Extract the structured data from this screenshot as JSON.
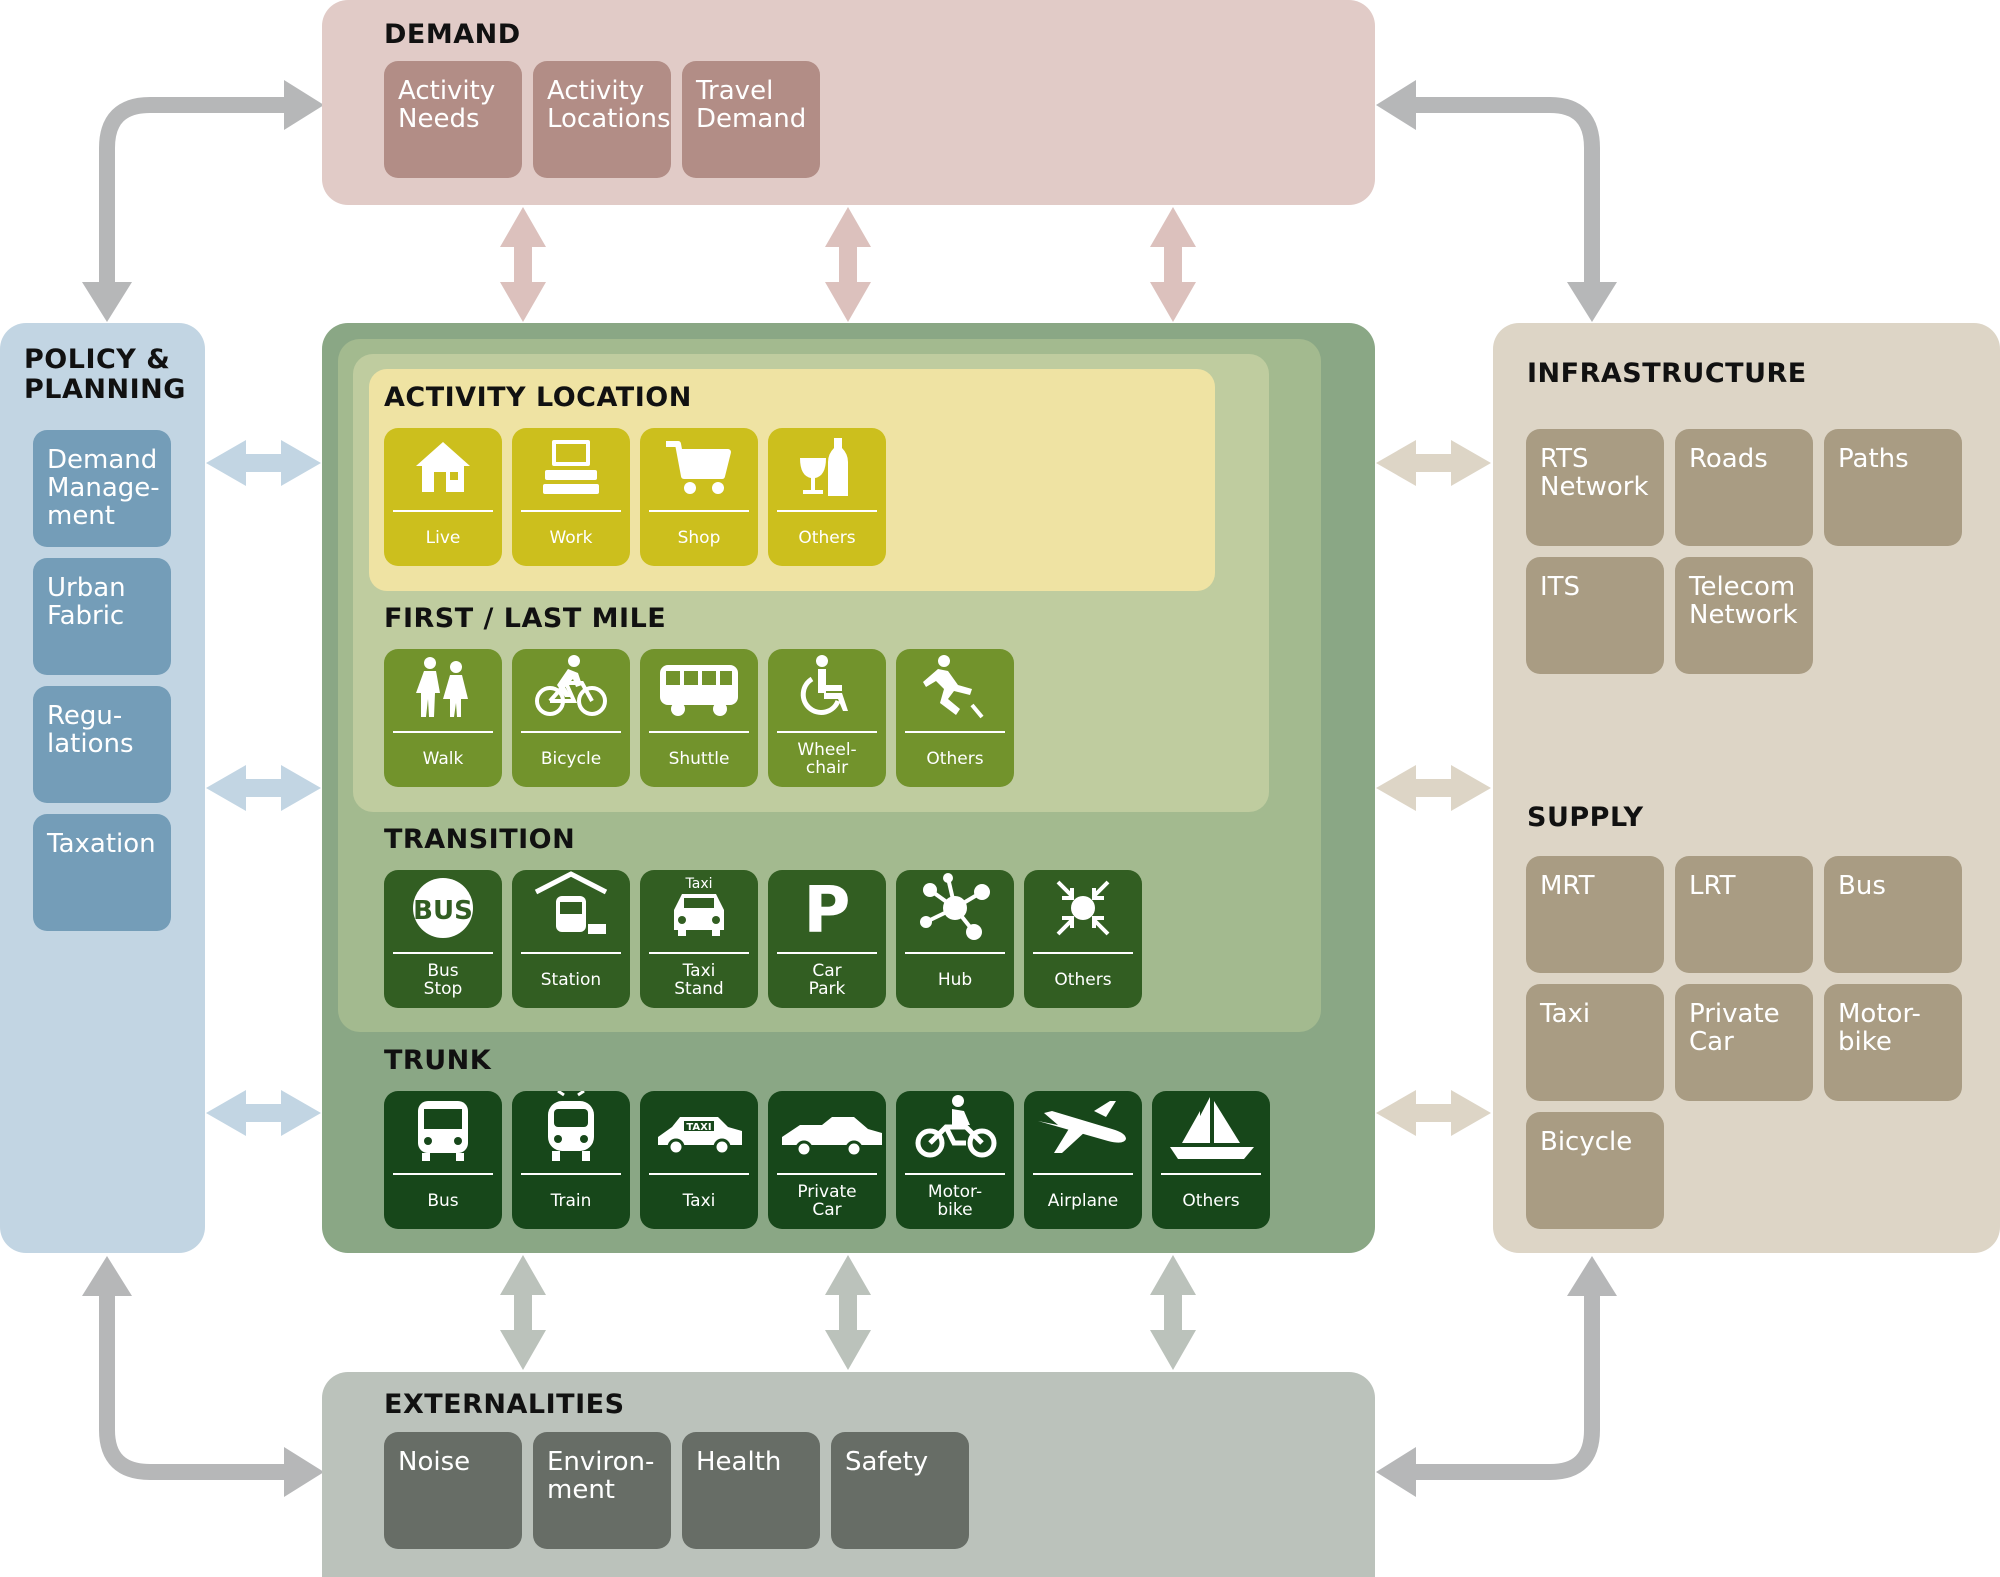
{
  "colors": {
    "demand_bg": "#e1cbc7",
    "demand_tile": "#b28d86",
    "policy_bg": "#c2d5e3",
    "policy_tile": "#749db8",
    "infra_bg": "#ddd5c6",
    "infra_tile": "#a99c83",
    "extern_bg": "#bbc2bb",
    "extern_tile": "#676d66",
    "core_outer": "#8aa785",
    "core_mid": "#a3ba8f",
    "core_inner": "#bfcc9f",
    "core_top": "#efe3a3",
    "activity_tile": "#ccbf1d",
    "firstlast_tile": "#72932c",
    "transition_tile": "#325e22",
    "trunk_tile": "#17471a",
    "arrow_grey": "#b6b7b8",
    "arrow_pink": "#dcc1bd",
    "arrow_blue": "#c2d5e3",
    "arrow_tan": "#ddd5c6",
    "arrow_sage": "#bbc2bb"
  },
  "demand": {
    "title": "DEMAND",
    "tiles": [
      "Activity\nNeeds",
      "Activity\nLocations",
      "Travel\nDemand"
    ]
  },
  "policy": {
    "title": "POLICY &\nPLANNING",
    "tiles": [
      "Demand\nManage-\nment",
      "Urban\nFabric",
      "Regu-\nlations",
      "Taxation"
    ]
  },
  "infrastructure": {
    "title": "INFRASTRUCTURE",
    "tiles": [
      "RTS\nNetwork",
      "Roads",
      "Paths",
      "ITS",
      "Telecom\nNetwork"
    ]
  },
  "supply": {
    "title": "SUPPLY",
    "tiles": [
      "MRT",
      "LRT",
      "Bus",
      "Taxi",
      "Private\nCar",
      "Motor-\nbike",
      "Bicycle"
    ]
  },
  "externalities": {
    "title": "EXTERNALITIES",
    "tiles": [
      "Noise",
      "Environ-\nment",
      "Health",
      "Safety"
    ]
  },
  "activity_location": {
    "title": "ACTIVITY LOCATION",
    "items": [
      {
        "label": "Live",
        "icon": "house-icon"
      },
      {
        "label": "Work",
        "icon": "computer-icon"
      },
      {
        "label": "Shop",
        "icon": "shopping-cart-icon"
      },
      {
        "label": "Others",
        "icon": "bottle-glass-icon"
      }
    ]
  },
  "first_last_mile": {
    "title": "FIRST / LAST MILE",
    "items": [
      {
        "label": "Walk",
        "icon": "pedestrians-icon"
      },
      {
        "label": "Bicycle",
        "icon": "cyclist-icon"
      },
      {
        "label": "Shuttle",
        "icon": "shuttle-bus-icon"
      },
      {
        "label": "Wheel-\nchair",
        "icon": "wheelchair-icon"
      },
      {
        "label": "Others",
        "icon": "skater-icon"
      }
    ]
  },
  "transition": {
    "title": "TRANSITION",
    "items": [
      {
        "label": "Bus\nStop",
        "icon": "bus-sign-icon",
        "sign": "BUS"
      },
      {
        "label": "Station",
        "icon": "station-icon"
      },
      {
        "label": "Taxi\nStand",
        "icon": "taxi-stand-icon",
        "sign": "Taxi"
      },
      {
        "label": "Car\nPark",
        "icon": "parking-icon",
        "sign": "P"
      },
      {
        "label": "Hub",
        "icon": "hub-network-icon"
      },
      {
        "label": "Others",
        "icon": "converging-arrows-icon"
      }
    ]
  },
  "trunk": {
    "title": "TRUNK",
    "items": [
      {
        "label": "Bus",
        "icon": "bus-front-icon"
      },
      {
        "label": "Train",
        "icon": "train-front-icon"
      },
      {
        "label": "Taxi",
        "icon": "taxi-car-icon",
        "sign": "TAXI"
      },
      {
        "label": "Private\nCar",
        "icon": "private-car-icon"
      },
      {
        "label": "Motor-\nbike",
        "icon": "motorbike-icon"
      },
      {
        "label": "Airplane",
        "icon": "airplane-icon"
      },
      {
        "label": "Others",
        "icon": "sailboat-icon"
      }
    ]
  }
}
